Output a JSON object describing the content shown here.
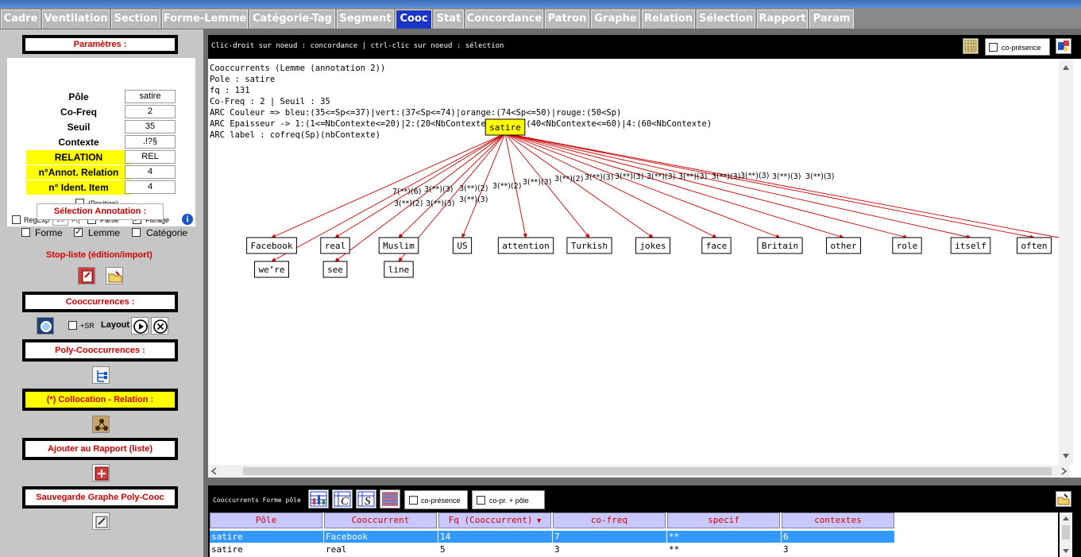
{
  "tabs": [
    {
      "label": "Cadre"
    },
    {
      "label": "Ventilation"
    },
    {
      "label": "Section"
    },
    {
      "label": "Forme-Lemme"
    },
    {
      "label": "Catégorie-Tag"
    },
    {
      "label": "Segment"
    },
    {
      "label": "Cooc"
    },
    {
      "label": "Stat"
    },
    {
      "label": "Concordance"
    },
    {
      "label": "Patron"
    },
    {
      "label": "Graphe"
    },
    {
      "label": "Relation"
    },
    {
      "label": "Sélection"
    },
    {
      "label": "Rapport"
    },
    {
      "label": "Param"
    }
  ],
  "left": {
    "params_title": "Paramètres :",
    "params": [
      {
        "label": "Pôle",
        "value": "satire"
      },
      {
        "label": "Co-Freq",
        "value": "2"
      },
      {
        "label": "Seuil",
        "value": "35"
      },
      {
        "label": "Contexte",
        "value": ".!?§"
      },
      {
        "label": "RELATION",
        "value": "REL"
      },
      {
        "label": "n°Annot. Relation",
        "value": "4"
      },
      {
        "label": "n° Ident. Item",
        "value": "4"
      }
    ],
    "position_label": "(Position)",
    "regexp_label": "RegExp",
    "fq_value": "10",
    "fq_label": "Fq",
    "partie_label": "Partie",
    "filtrage_label": "Filtrage",
    "info_icon": "i",
    "selection_annotation_title": "Sélection Annotation :",
    "forme_label": "Forme",
    "lemme_label": "Lemme",
    "categorie_label": "Catégorie",
    "stopliste_label": "Stop-liste (édition/import)",
    "cooccurrences_title": "Cooccurrences :",
    "sr_label": "+SR",
    "layout_label": "Layout",
    "polycooc_title": "Poly-Cooccurrences :",
    "collocation_title": "(*) Collocation - Relation :",
    "rapport_title": "Ajouter au Rapport (liste)",
    "sauvegarde_title": "Sauvegarde Graphe Poly-Cooc"
  },
  "main": {
    "hint": "Clic-droit sur noeud : concordance | ctrl-clic sur noeud : sélection",
    "copresence_label": "co-présence",
    "info_lines": [
      "Cooccurrents (Lemme (annotation 2))",
      "Pole : satire",
      "fq : 131",
      "Co-Freq : 2 | Seuil : 35",
      "ARC Couleur => bleu:(35<=Sp<=37)|vert:(37<Sp<=74)|orange:(74<Sp<=50)|rouge:(50<Sp)",
      "ARC Epaisseur -> 1:(1<=NbContexte<=20)|2:(20<NbContexte<=40)|3:(40<NbContexte<=60)|4:(60<NbContexte)",
      "ARC label : cofreq(Sp)(nbContexte)"
    ],
    "pole_node": "satire",
    "nodes": [
      "Facebook",
      "real",
      "Muslim",
      "US",
      "attention",
      "Turkish",
      "jokes",
      "face",
      "Britain",
      "other",
      "role",
      "itself",
      "often",
      "we’re",
      "see",
      "line"
    ],
    "edge_labels": [
      "7(**)(6)",
      "3(**)(2)",
      "3(**)(3)",
      "3(**)(3)",
      "3(**)(2)",
      "3(**)(3)",
      "3(**)(2)",
      "3(**)(3)",
      "3(**)(2)",
      "3(**)(3)",
      "3(**)(3)",
      "3(**)(3)",
      "3(**)(3)",
      "3(**)(3)",
      "3(**)(3)",
      "3(**)(3)",
      "3(**)(3)"
    ]
  },
  "bottom": {
    "title": "Cooccurrents Forme pôle",
    "copresence_label": "co-présence",
    "copr_pole_label": "co-pr. + pôle",
    "columns": [
      "Pôle",
      "Cooccurrent",
      "Fq (Cooccurrent)",
      "co-freq",
      "specif",
      "contextes"
    ],
    "rows": [
      [
        "satire",
        "Facebook",
        "14",
        "7",
        "**",
        "6"
      ],
      [
        "satire",
        "real",
        "5",
        "3",
        "**",
        "3"
      ]
    ]
  },
  "colors": {
    "accent": "#1a35c8",
    "label_red": "#d20000",
    "highlight": "#ffff00",
    "arc": "#cc0000",
    "selection": "#3399ff"
  }
}
